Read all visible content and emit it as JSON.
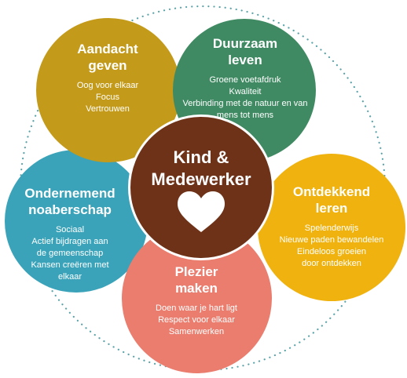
{
  "colors": {
    "aandacht": "#c39a1a",
    "duurzaam": "#3f8a63",
    "ontdekkend": "#efb20f",
    "plezier": "#ea7d6e",
    "ondernemend": "#3aa3b9",
    "center": "#6e3218",
    "ring": "#5ba3a8",
    "text": "#ffffff"
  },
  "center": {
    "line1": "Kind &",
    "line2": "Medewerker",
    "icon": "heart-icon"
  },
  "aandacht": {
    "title1": "Aandacht",
    "title2": "geven",
    "items": [
      "Oog voor elkaar",
      "Focus",
      "Vertrouwen"
    ]
  },
  "duurzaam": {
    "title1": "Duurzaam",
    "title2": "leven",
    "items": [
      "Groene voetafdruk",
      "Kwaliteit",
      "Verbinding met de natuur en van",
      "mens tot mens"
    ]
  },
  "ontdekkend": {
    "title1": "Ontdekkend",
    "title2": "leren",
    "items": [
      "Spelenderwijs",
      "Nieuwe paden bewandelen",
      "Eindeloos groeien",
      "door ontdekken"
    ]
  },
  "plezier": {
    "title1": "Plezier",
    "title2": "maken",
    "items": [
      "Doen waar je hart ligt",
      "Respect voor elkaar",
      "Samenwerken"
    ]
  },
  "ondernemend": {
    "title1": "Ondernemend",
    "title2": "noaberschap",
    "items": [
      "Sociaal",
      "Actief bijdragen aan",
      "de gemeenschap",
      "Kansen creëren met",
      "elkaar"
    ]
  }
}
